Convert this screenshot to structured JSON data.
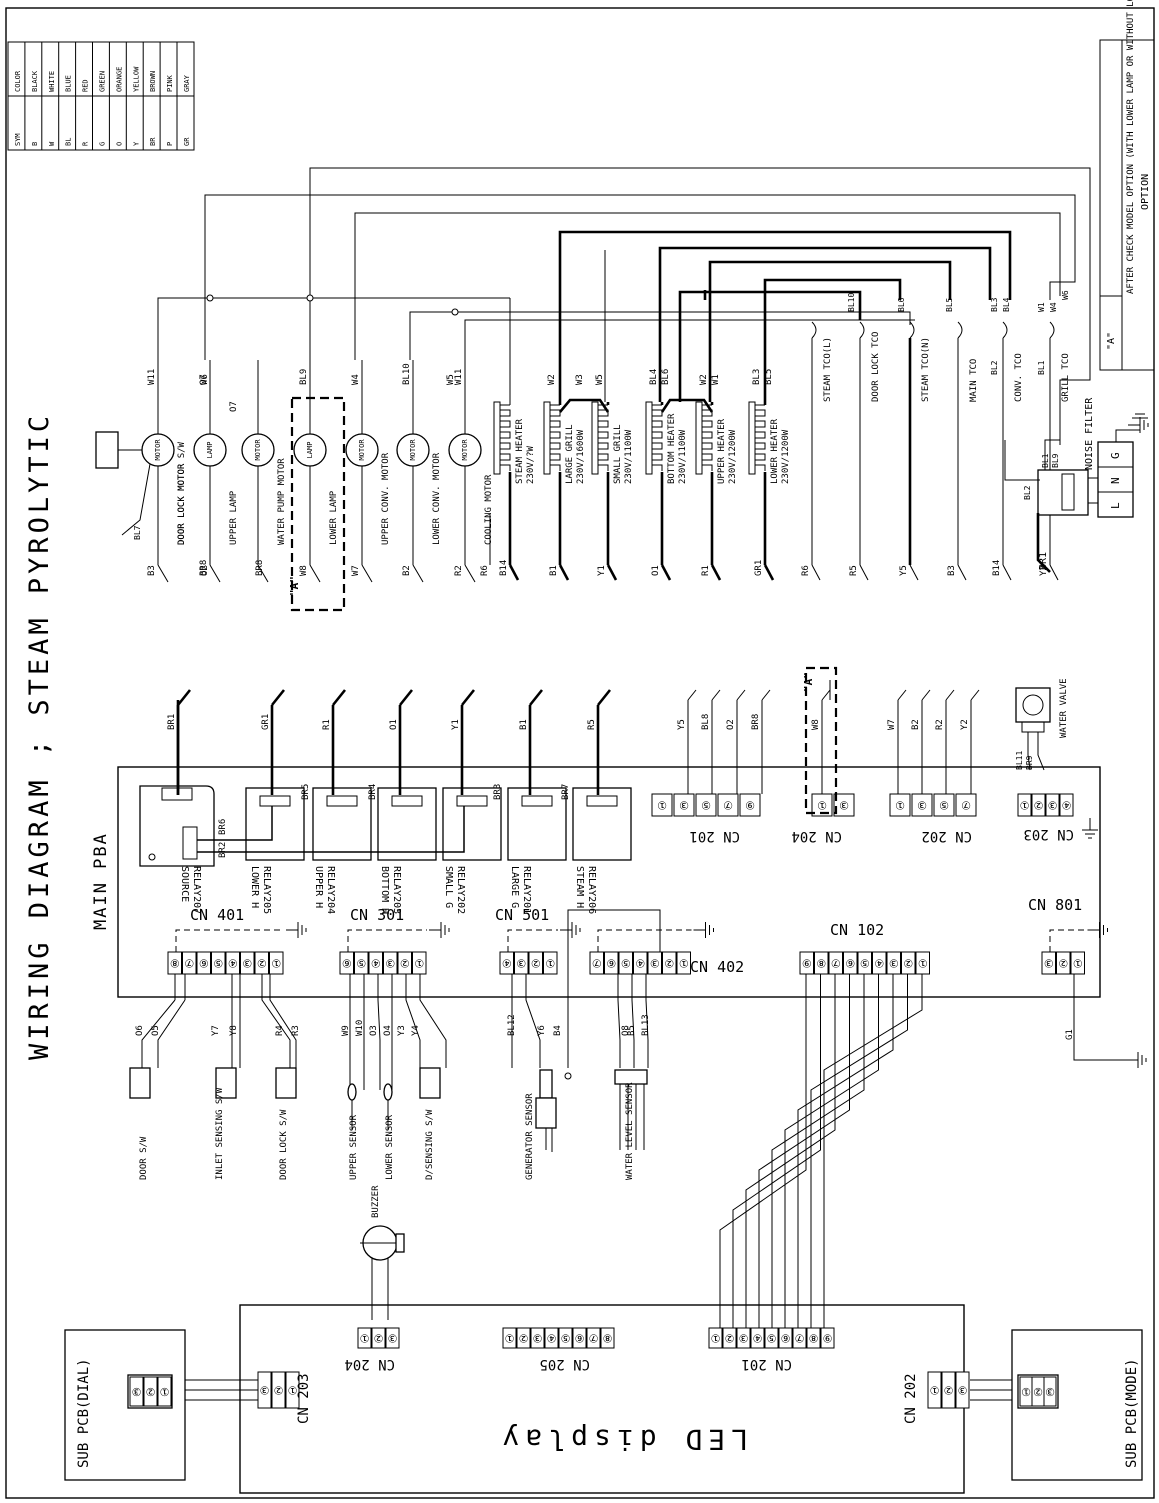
{
  "title": "WIRING DIAGRAM ; STEAM PYROLYTIC",
  "option_note": {
    "mark": "\"A\"",
    "text": "AFTER CHECK MODEL OPTION (WITH LOWER LAMP OR WITHOUT LOWER LAMP)",
    "option": "OPTION"
  },
  "color_table": {
    "headers": [
      "SYM",
      "COLOR"
    ],
    "rows": [
      [
        "B",
        "BLACK"
      ],
      [
        "W",
        "WHITE"
      ],
      [
        "BL",
        "BLUE"
      ],
      [
        "R",
        "RED"
      ],
      [
        "G",
        "GREEN"
      ],
      [
        "O",
        "ORANGE"
      ],
      [
        "Y",
        "YELLOW"
      ],
      [
        "BR",
        "BROWN"
      ],
      [
        "P",
        "PINK"
      ],
      [
        "GR",
        "GRAY"
      ]
    ]
  },
  "loads": [
    {
      "type": "MOTOR",
      "name": "DOOR LOCK MOTOR S/W",
      "wire_top": "W11",
      "wire_bottom": "B3",
      "extra": "BL7"
    },
    {
      "type": "MOTOR",
      "name": "DOOR LOCK MOTOR",
      "wire_top": "W6",
      "wire_bottom": "O2"
    },
    {
      "type": "LAMP",
      "name": "UPPER LAMP",
      "wire_top": "O7",
      "wire_bottom": "BR8"
    },
    {
      "type": "MOTOR",
      "name": "WATER PUMP MOTOR",
      "wire_top": "",
      "wire_bottom": ""
    },
    {
      "type": "LAMP",
      "name": "LOWER LAMP",
      "wire_top": "BL9",
      "wire_bottom": "W8"
    },
    {
      "type": "MOTOR",
      "name": "UPPER CONV. MOTOR",
      "wire_top": "W4",
      "wire_bottom": "W7"
    },
    {
      "type": "MOTOR",
      "name": "LOWER CONV. MOTOR",
      "wire_top": "BL10",
      "wire_bottom": "B2"
    },
    {
      "type": "MOTOR",
      "name": "COOLING MOTOR",
      "wire_top": "W11",
      "wire_top2": "W5",
      "wire_bottom": "R2",
      "wire_bottom2": "R6"
    }
  ],
  "mark_a": "\"A\"",
  "heaters": [
    {
      "name": "STEAM HEATER",
      "rating": "230V/?W",
      "wire_top": "",
      "wire_bottom": "B14"
    },
    {
      "name": "LARGE GRILL",
      "rating": "230V/1600W",
      "wire_top": "W2",
      "wire_bottom": "B1"
    },
    {
      "name": "SMALL GRILL",
      "rating": "230V/1100W",
      "wire_top": "W5",
      "wire_top_mid": "W3",
      "wire_bottom": "Y1"
    },
    {
      "name": "BOTTOM HEATER",
      "rating": "230V/1100W",
      "wire_top": "BL4",
      "wire_top2": "BL6",
      "wire_bottom": "O1"
    },
    {
      "name": "UPPER HEATER",
      "rating": "230V/1200W",
      "wire_top": "W2",
      "wire_top2": "W1",
      "wire_bottom": "R1"
    },
    {
      "name": "LOWER HEATER",
      "rating": "230V/1200W",
      "wire_top": "BL3",
      "wire_top2": "BL5",
      "wire_bottom": "GR1"
    }
  ],
  "tcos": [
    {
      "name": "STEAM TCO(L)",
      "wire_bottom": "R6"
    },
    {
      "name": "DOOR LOCK TCO",
      "wire_top": "BL10",
      "wire_bottom": "R5"
    },
    {
      "name": "STEAM TCO(N)",
      "wire_top": "BL6",
      "wire_bottom": "Y5"
    },
    {
      "name": "MAIN TCO",
      "wire_top": "BL5",
      "wire_bottom": "B3"
    },
    {
      "name": "CONV. TCO",
      "wire_top": "BL3",
      "wire_top2": "BL4",
      "wire_side": "BL2",
      "wire_bottom": "B14"
    },
    {
      "name": "GRILL TCO",
      "wire_top": "W1",
      "wire_top2": "W4",
      "wire_top3": "W6",
      "wire_side": "BL1",
      "wire_bottom": "Y2"
    }
  ],
  "noise_filter": {
    "name": "NOISE FILTER",
    "pins": [
      "G",
      "N",
      "L"
    ],
    "wires": [
      "BL1",
      "BL9",
      "BL2",
      "BR1"
    ]
  },
  "relay_wires": [
    "BR1",
    "GR1",
    "R1",
    "O1",
    "Y1",
    "B1",
    "R5"
  ],
  "relay_internal": [
    "BR5",
    "BR4",
    "BR3",
    "BR7",
    "BR6",
    "BR2"
  ],
  "relay_labels": [
    "SOURCE\nRELAY207",
    "LOWER H\nRELAY205",
    "UPPER H\nRELAY204",
    "BOTTOM H\nRELAY203",
    "SMALL G\nRELAY202",
    "LARGE G\nRELAY201",
    "STEAM H\nRELAY206"
  ],
  "main_pba": "MAIN PBA",
  "cn201": {
    "name": "CN 201",
    "pins": [
      "1",
      "3",
      "5",
      "7",
      "9"
    ],
    "wires": [
      "Y5",
      "BL8",
      "O2",
      "BR8"
    ]
  },
  "cn204": {
    "name": "CN 204",
    "pins": [
      "1",
      "3"
    ],
    "wires": [
      "W8"
    ],
    "mark": "\"A\""
  },
  "cn202": {
    "name": "CN 202",
    "pins": [
      "1",
      "3",
      "5",
      "7"
    ],
    "wires": [
      "W7",
      "B2",
      "R2",
      "Y2"
    ]
  },
  "cn203": {
    "name": "CN 203",
    "pins": [
      "1",
      "2",
      "3",
      "4"
    ],
    "wires": [
      "BL11",
      "BR9"
    ],
    "device": "WATER VALVE"
  },
  "cn401": {
    "name": "CN 401",
    "pins": [
      "8",
      "7",
      "6",
      "5",
      "4",
      "3",
      "2",
      "1"
    ],
    "wires": [
      "O6",
      "O5",
      "Y7",
      "Y8",
      "R4",
      "R3"
    ]
  },
  "cn301": {
    "name": "CN 301",
    "pins": [
      "6",
      "5",
      "4",
      "3",
      "2",
      "1"
    ],
    "wires": [
      "W9",
      "W10",
      "O3",
      "O4",
      "Y3",
      "Y4"
    ]
  },
  "cn501": {
    "name": "CN 501",
    "pins": [
      "4",
      "3",
      "2",
      "1"
    ],
    "wires": [
      "BL12",
      "Y6",
      "B4"
    ]
  },
  "cn402": {
    "name": "CN 402",
    "pins": [
      "7",
      "6",
      "5",
      "4",
      "3",
      "2",
      "1"
    ],
    "wires": [
      "O8",
      "B5",
      "BL13"
    ]
  },
  "cn102": {
    "name": "CN 102",
    "pins": [
      "9",
      "8",
      "7",
      "6",
      "5",
      "4",
      "3",
      "2",
      "1"
    ]
  },
  "cn801": {
    "name": "CN 801",
    "pins": [
      "3",
      "2",
      "1"
    ],
    "wires": [
      "G1"
    ]
  },
  "sensors": [
    "DOOR S/W",
    "INLET SENSING S/W",
    "DOOR LOCK S/W",
    "UPPER SENSOR",
    "LOWER SENSOR",
    "D/SENSING S/W",
    "GENERATOR SENSOR",
    "WATER LEVEL SENSOR"
  ],
  "display": {
    "name": "LED display",
    "buzzer": "BUZZER",
    "cn204": {
      "name": "CN 204",
      "pins": [
        "1",
        "2",
        "3"
      ]
    },
    "cn205": {
      "name": "CN 205",
      "pins": [
        "1",
        "2",
        "3",
        "4",
        "5",
        "6",
        "7",
        "8"
      ]
    },
    "cn201": {
      "name": "CN 201",
      "pins": [
        "1",
        "2",
        "3",
        "4",
        "5",
        "6",
        "7",
        "8",
        "9"
      ]
    },
    "cn203": {
      "name": "CN 203",
      "pins": [
        "3",
        "2",
        "1"
      ]
    },
    "cn202": {
      "name": "CN 202",
      "pins": [
        "1",
        "2",
        "3"
      ]
    }
  },
  "sub_dial": {
    "name": "SUB PCB(DIAL)",
    "pins": [
      "3",
      "2",
      "1"
    ]
  },
  "sub_mode": {
    "name": "SUB PCB(MODE)",
    "pins": [
      "1",
      "2",
      "3"
    ]
  }
}
